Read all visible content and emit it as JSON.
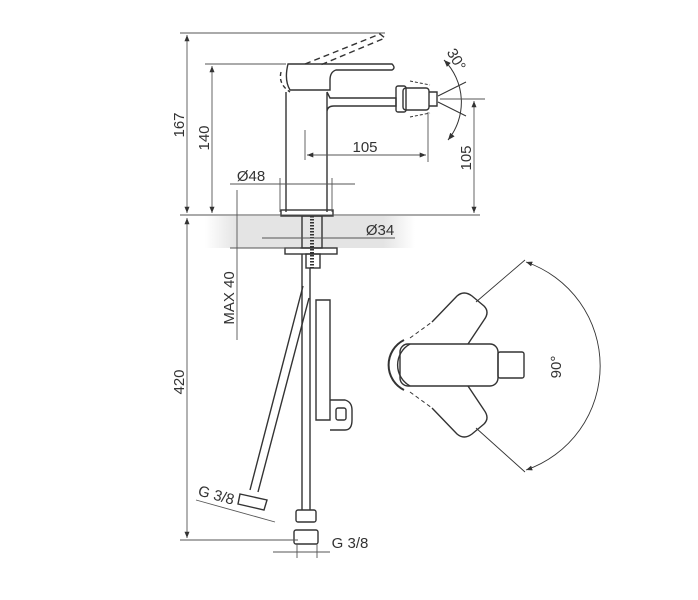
{
  "drawing": {
    "subject": "Bidet mixer faucet technical dimension drawing",
    "line_color": "#333333",
    "background": "#ffffff",
    "band_color": "#e6e6e6",
    "side_view": {
      "dimensions": {
        "total_height": "167",
        "body_height": "140",
        "spout_reach": "105",
        "spout_height": "105",
        "base_diameter": "Ø48",
        "shank_diameter": "Ø34",
        "max_deck_thickness": "MAX 40",
        "hose_length": "420",
        "hose_connection_left": "G 3/8",
        "hose_connection_right": "G 3/8",
        "aerator_swivel_angle": "30°"
      }
    },
    "top_view": {
      "dimensions": {
        "handle_rotation_angle": "90°"
      }
    }
  }
}
